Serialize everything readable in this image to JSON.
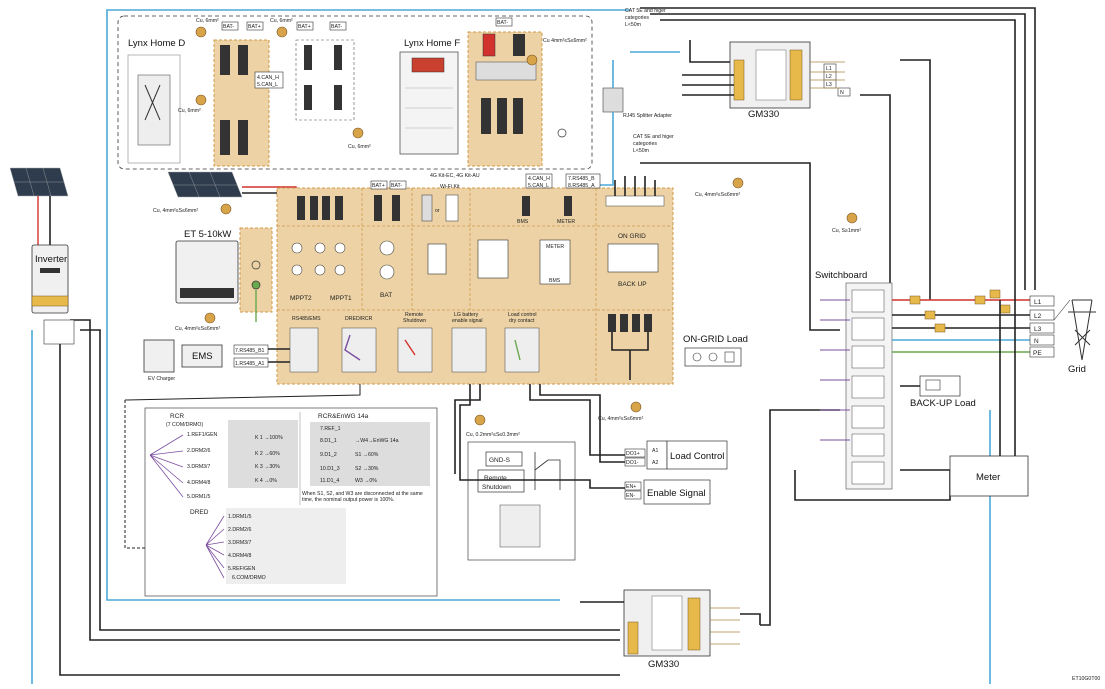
{
  "labels": {
    "lynx_d": "Lynx Home D",
    "lynx_f": "Lynx Home F",
    "et": "ET 5-10kW",
    "inverter": "Inverter",
    "gm330_top": "GM330",
    "gm330_bottom": "GM330",
    "switchboard": "Switchboard",
    "grid": "Grid",
    "on_grid_load": "ON-GRID Load",
    "backup_load": "BACK-UP Load",
    "meter": "Meter",
    "load_control": "Load Control",
    "enable_signal": "Enable Signal",
    "ems": "EMS",
    "ev_charger": "EV Charger",
    "rj45": "RJ45 Splitter Adapter",
    "cat5_top": [
      "CAT 5E and higer",
      "categories",
      "L<50m"
    ],
    "cat5_mid": [
      "CAT 5E and higer",
      "categories",
      "L<50m"
    ],
    "wifi_kit": "4G Kit-EC, 4G Kit-AU",
    "wifi": "Wi-Fi Kit",
    "or": "or",
    "bms": "BMS",
    "meter_port": "METER",
    "mppt2": "MPPT2",
    "mppt1": "MPPT1",
    "bat": "BAT",
    "on_grid": "ON GRID",
    "back_up": "BACK UP",
    "rs485_ems": "RS485/EMS",
    "dred_rcr": "DRED/RCR",
    "remote_shutdown": [
      "Remote",
      "Shutdown"
    ],
    "lg_battery": [
      "LG battery",
      "enable signal"
    ],
    "load_control_dry": [
      "Load control",
      "dry contact"
    ],
    "rcr": "RCR",
    "rcr_sub": "(7 COM/DRMO)",
    "rcr_enwg": "RCR&EnWG 14a",
    "dred": "DRED",
    "gnd_s": "GND-S",
    "remote_shutdown_box": [
      "Remote",
      "Shutdown"
    ],
    "note": [
      "When S1, S2, and W3 are disconnected at the same",
      "time, the nominal output power is 100%."
    ],
    "footer_code": "ET10G0T00"
  },
  "wire_specs": {
    "cu6_a": "Cu, 6mm²",
    "cu6_b": "Cu, 6mm²",
    "cu6_c": "Cu, 6mm²",
    "cu6_d": "Cu, 6mm²",
    "cu_batf": "Cu 4mm²≤S≤6mm²",
    "cu_pv": "Cu, 4mm²≤S≤6mm²",
    "cu_grid": "Cu, 4mm²≤S≤6mm²",
    "cu_pe": "Cu, 4mm²≤S≤6mm²",
    "cu_bk": "Cu, 4mm²≤S≤6mm²",
    "cu_s1": "Cu, S≥1mm²",
    "cu_sig": "Cu, 0.2mm²≤S≤0.3mm²"
  },
  "tags": {
    "bat_minus": "BAT-",
    "bat_plus": "BAT+",
    "can_h": "4.CAN_H",
    "can_l": "5.CAN_L",
    "rs485_b": "7.RS485_B",
    "rs485_a": "8.RS485_A",
    "rs485_b1": "7.RS485_B1",
    "rs485_a1": "1.RS485_A1",
    "do1_plus": "DO1+",
    "do1_minus": "DO1-",
    "a1": "A1",
    "a2": "A2",
    "en_plus": "EN+",
    "en_minus": "EN-",
    "meter_label": "METER",
    "bms_label": "BMS"
  },
  "grid_lines": [
    "L1",
    "L2",
    "L3",
    "N",
    "PE"
  ],
  "phase_tags": [
    "L1",
    "L2",
    "L3",
    "N"
  ],
  "rcr_rows": [
    {
      "name": "1.REF1/GEN",
      "out": "K 1 →100%"
    },
    {
      "name": "2.DRM2/6",
      "out": "K 2 →60%"
    },
    {
      "name": "3.DRM3/7",
      "out": "K 3 →30%"
    },
    {
      "name": "4.DRM4/8",
      "out": "K 4 →0%"
    },
    {
      "name": "5.DRM1/5",
      "out": ""
    }
  ],
  "enwg_rows": [
    {
      "name": "7.REF_1",
      "out": ""
    },
    {
      "name": "8.D1_1",
      "out": "→W4→EnWG 14a"
    },
    {
      "name": "9.D1_2",
      "out": "S1 →60%"
    },
    {
      "name": "10.D1_3",
      "out": "S2 →30%"
    },
    {
      "name": "11.D1_4",
      "out": "W3 →0%"
    }
  ],
  "dred_rows": [
    "1.DRM1/5",
    "2.DRM2/6",
    "3.DRM3/7",
    "4.DRM4/8",
    "5.REF/GEN",
    "6.COM/DRMO"
  ],
  "colors": {
    "panel": "#ecd2a4",
    "panel_border": "#d09a4c",
    "wire_black": "#222222",
    "wire_blue": "#4aa8d8",
    "wire_red": "#d2322d",
    "wire_green": "#6aa84f",
    "tag_yellow": "#e6b94a"
  }
}
